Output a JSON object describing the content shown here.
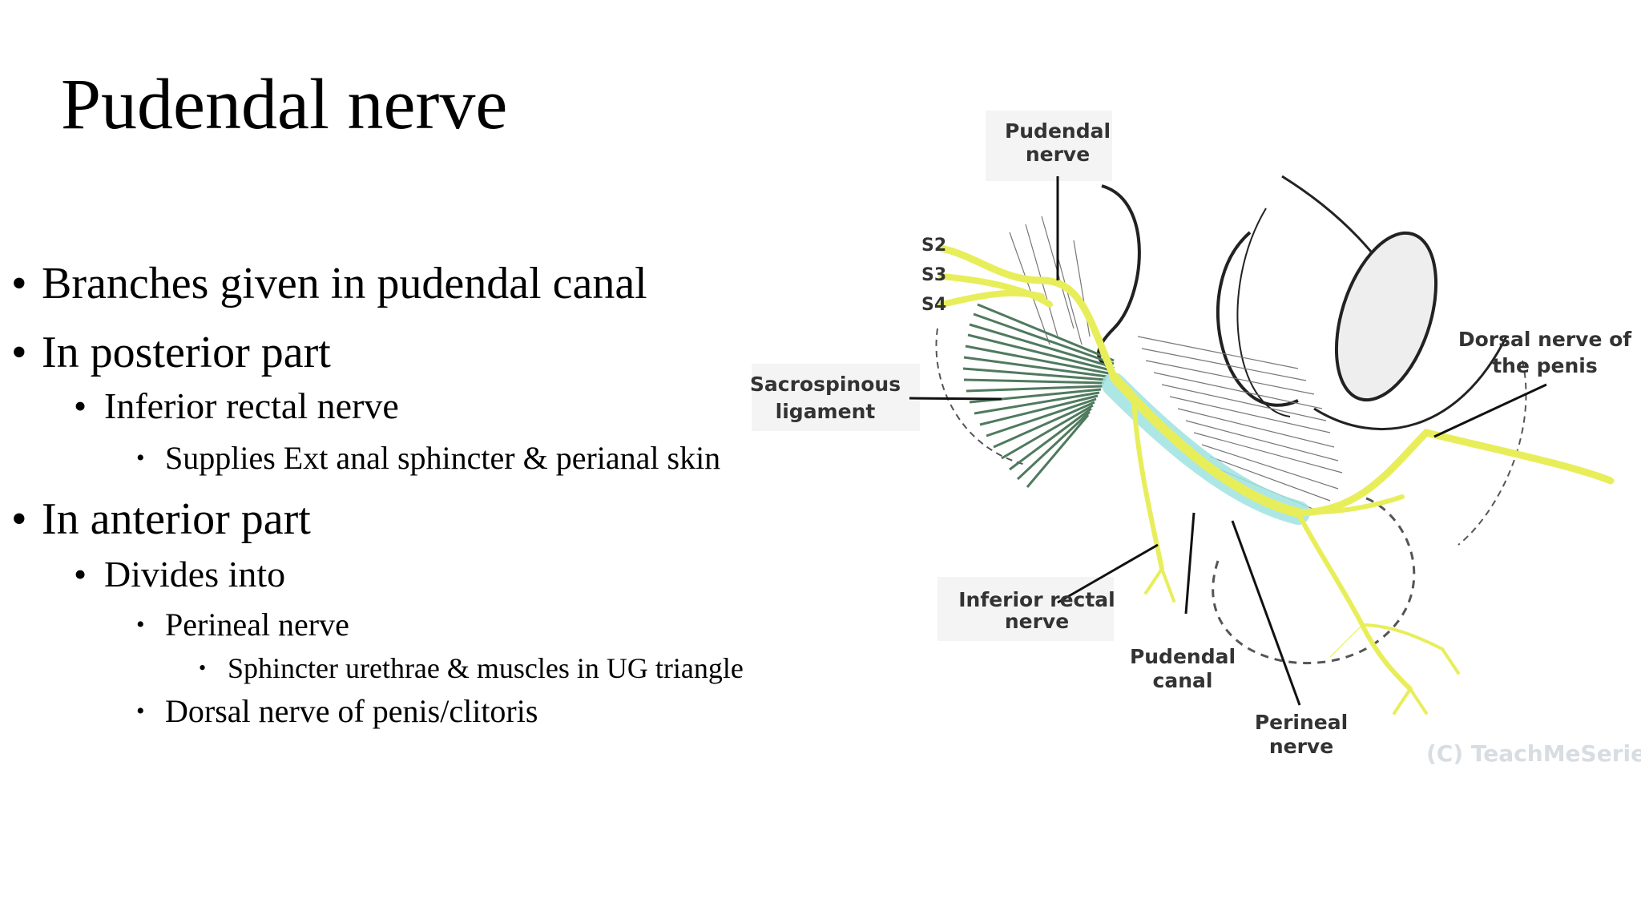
{
  "slide": {
    "title": "Pudendal nerve",
    "bullets": [
      {
        "level": 1,
        "text": "Branches given in pudendal canal"
      },
      {
        "level": 1,
        "text": "In posterior part"
      },
      {
        "level": 2,
        "text": "Inferior rectal nerve"
      },
      {
        "level": 3,
        "text": "Supplies Ext anal sphincter & perianal skin"
      },
      {
        "level": 1,
        "text": "In anterior part"
      },
      {
        "level": 2,
        "text": "Divides into"
      },
      {
        "level": 3,
        "text": "Perineal nerve"
      },
      {
        "level": 4,
        "text": "Sphincter urethrae & muscles in UG triangle"
      },
      {
        "level": 3,
        "text": "Dorsal nerve of penis/clitoris"
      }
    ],
    "bullet_glyph": "•"
  },
  "figure": {
    "labels": {
      "pudendal_nerve_1": "Pudendal",
      "pudendal_nerve_2": "nerve",
      "s2": "S2",
      "s3": "S3",
      "s4": "S4",
      "sacrospinous_1": "Sacrospinous",
      "sacrospinous_2": "ligament",
      "dorsal_1": "Dorsal nerve of",
      "dorsal_2": "the penis",
      "inferior_rectal_1": "Inferior rectal",
      "inferior_rectal_2": "nerve",
      "pudendal_canal_1": "Pudendal",
      "pudendal_canal_2": "canal",
      "perineal_1": "Perineal",
      "perineal_2": "nerve"
    },
    "watermark": "(C) TeachMeSeries",
    "colors": {
      "nerve": "#e8ee5a",
      "canal": "#9fe3e0",
      "ligament": "#4f7a5e",
      "outline": "#222222"
    }
  }
}
